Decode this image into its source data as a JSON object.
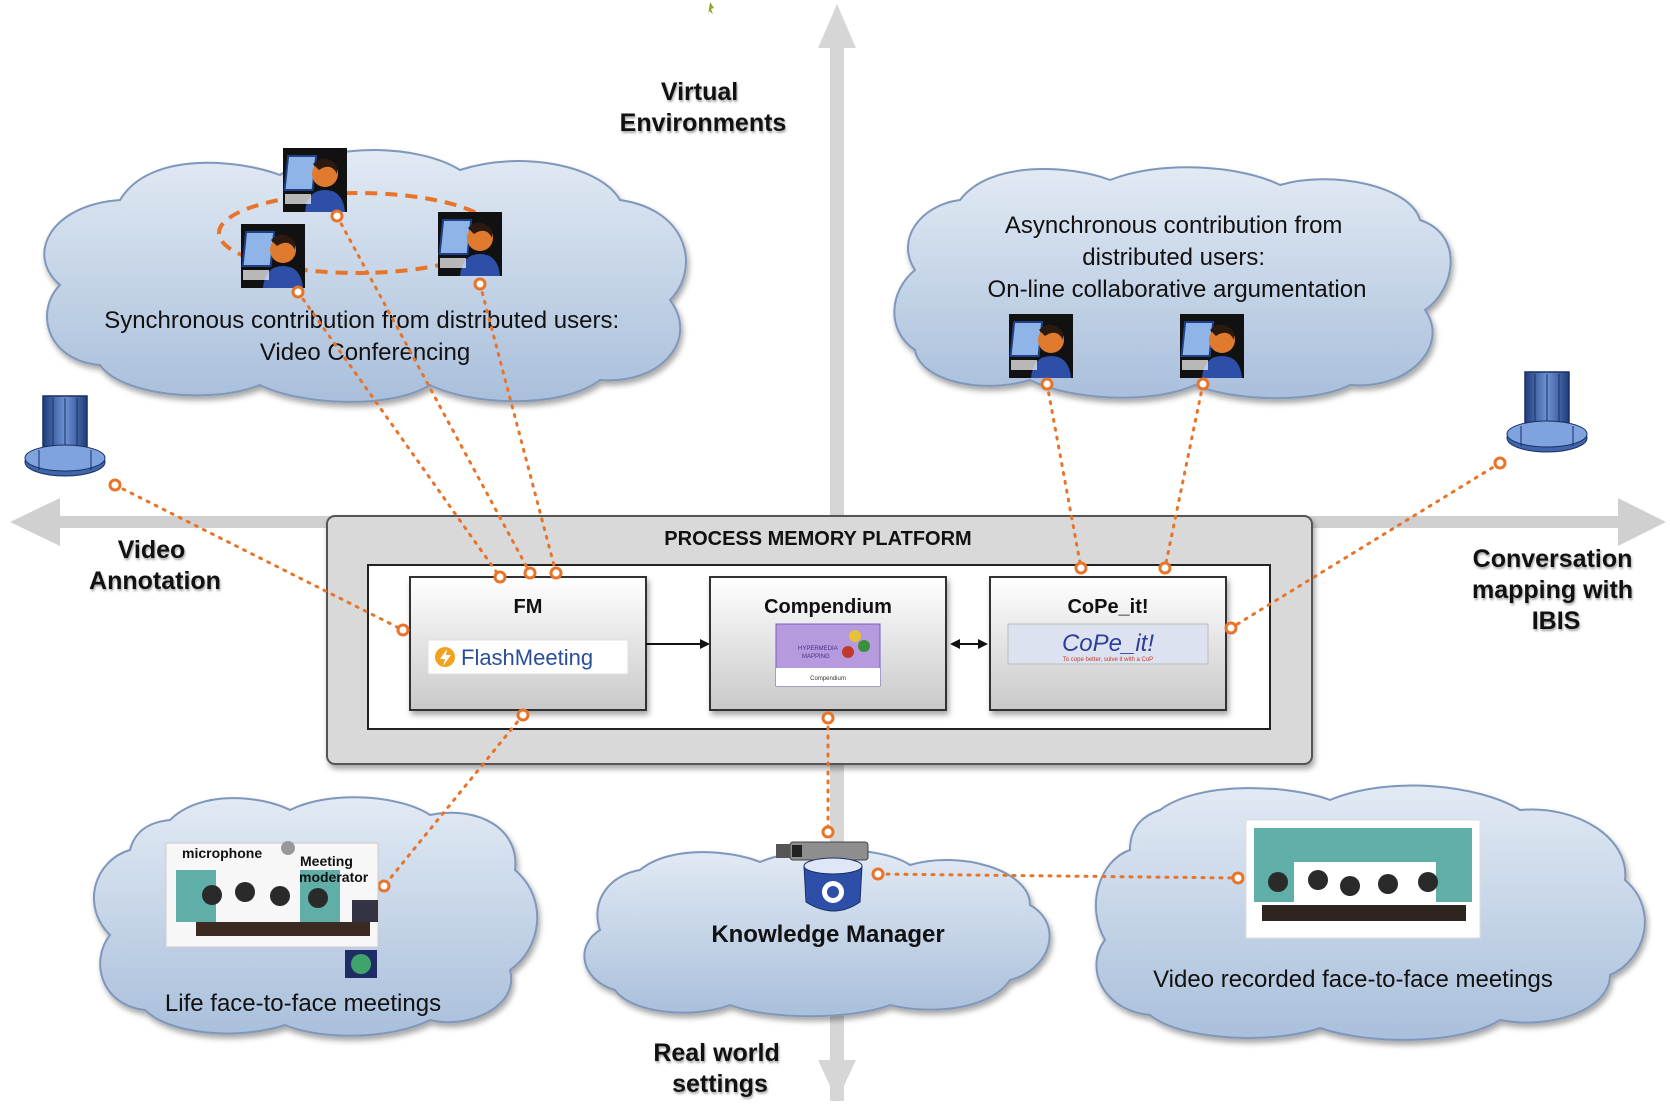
{
  "axes": {
    "top": [
      "Virtual",
      "Environments"
    ],
    "bottom": [
      "Real world",
      "settings"
    ],
    "left": [
      "Video",
      "Annotation"
    ],
    "right": [
      "Conversation",
      "mapping with",
      "IBIS"
    ]
  },
  "platform": {
    "title": "PROCESS MEMORY PLATFORM",
    "tools": [
      {
        "name": "FM",
        "logo_text": "FlashMeeting"
      },
      {
        "name": "Compendium",
        "logo_text": [
          "HYPERMEDIA",
          "MAPPING"
        ],
        "logo_caption": "Compendium"
      },
      {
        "name": "CoPe_it!",
        "logo_text": "CoPe_it!",
        "logo_caption": "To cope better, solve it with a CoP"
      }
    ]
  },
  "clouds": {
    "sync": [
      "Synchronous contribution from distributed users:",
      "Video Conferencing"
    ],
    "async": [
      "Asynchronous contribution from",
      "distributed users:",
      "On-line collaborative argumentation"
    ],
    "life": {
      "caption": "Life face-to-face meetings",
      "tags": [
        "microphone",
        "Meeting",
        "moderator"
      ]
    },
    "km": "Knowledge Manager",
    "recorded": "Video recorded face-to-face meetings"
  },
  "colors": {
    "accent_orange": "#E8742A",
    "cloud_fill": "#B9CCE3",
    "axis_gray": "#CCCCCC",
    "server_blue": "#3F66A8",
    "platform_bg": "#D9D9D9"
  },
  "icons": [
    "user-icon",
    "server-icon",
    "camera-icon",
    "webcam-icon",
    "meeting-photo-icon"
  ]
}
